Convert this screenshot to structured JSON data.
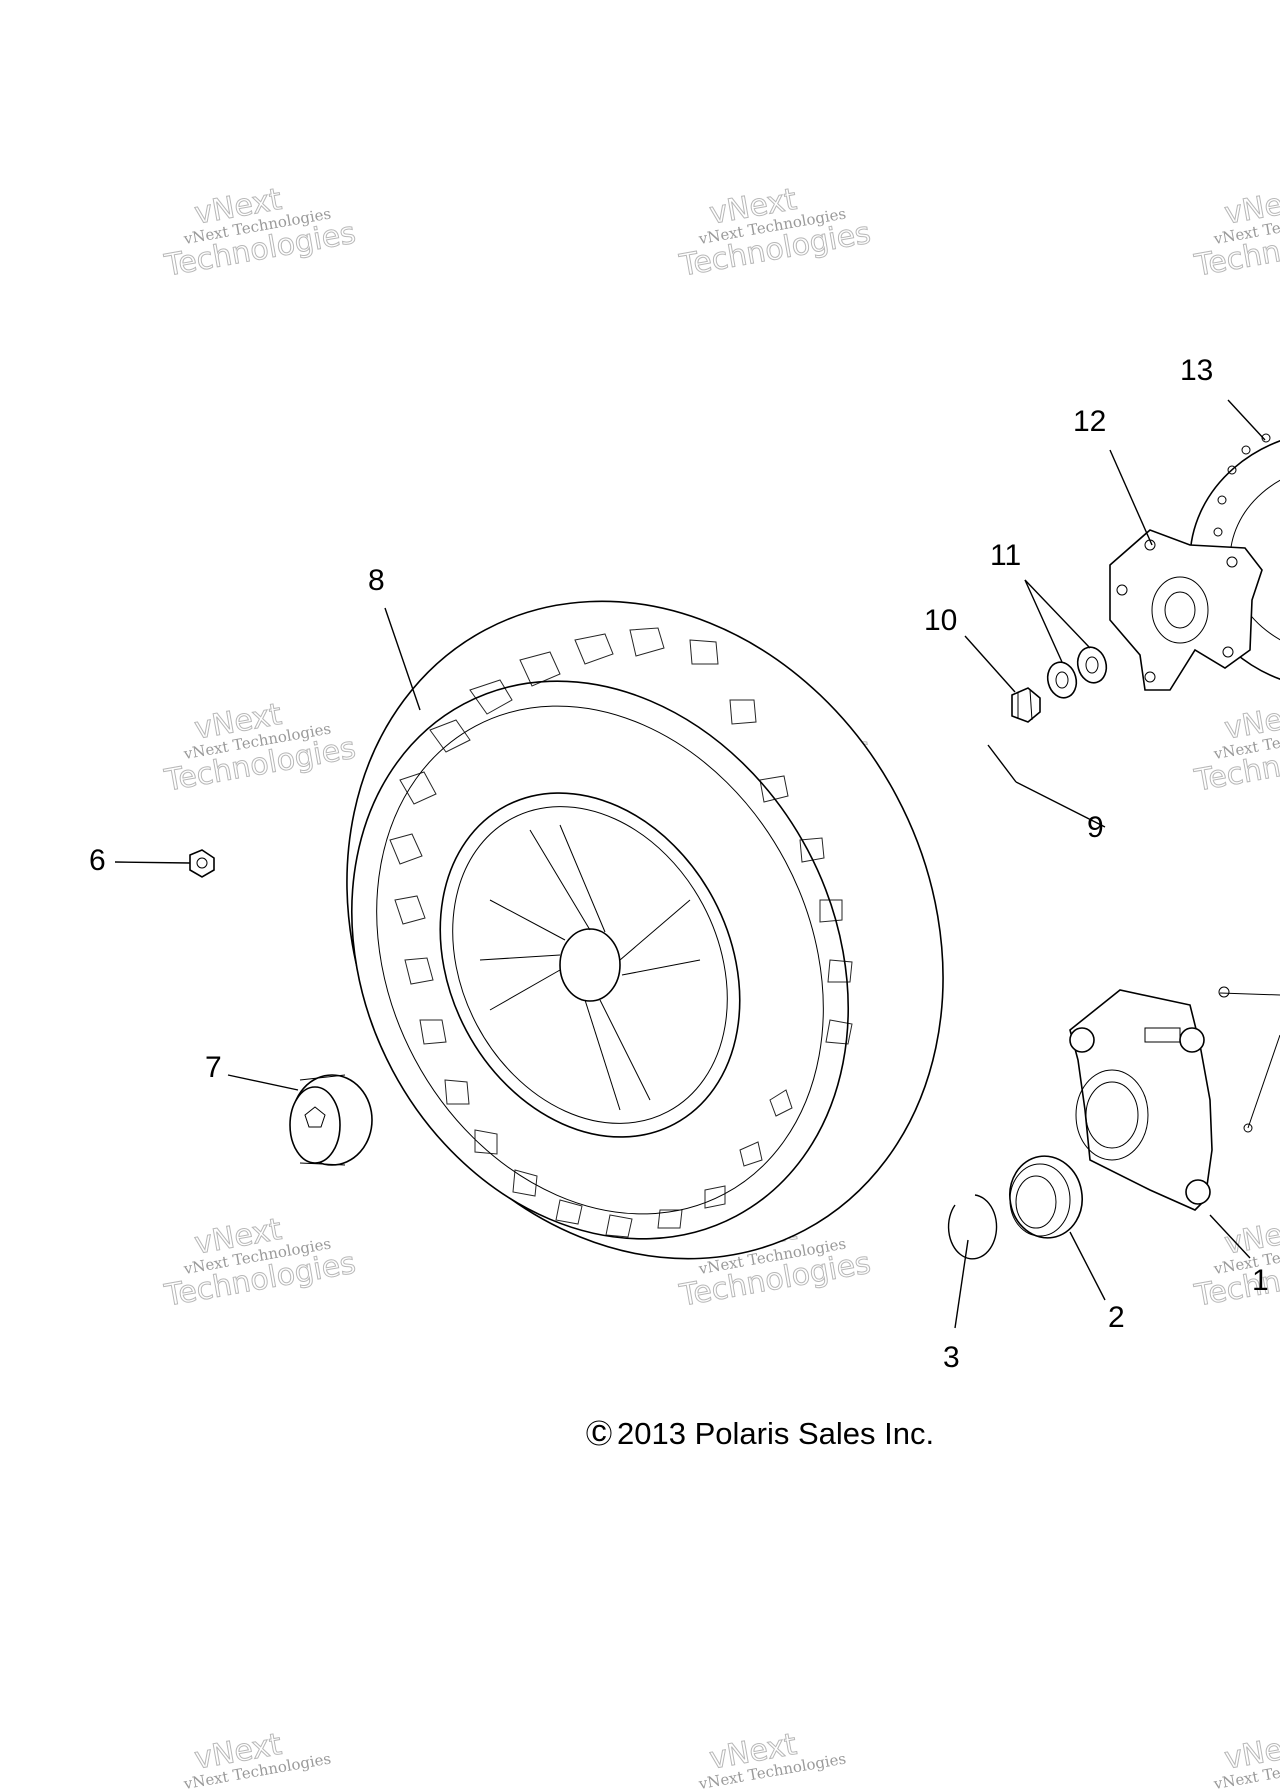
{
  "callouts": [
    {
      "id": "1",
      "label": "1"
    },
    {
      "id": "2",
      "label": "2"
    },
    {
      "id": "3",
      "label": "3"
    },
    {
      "id": "6",
      "label": "6"
    },
    {
      "id": "7",
      "label": "7"
    },
    {
      "id": "8",
      "label": "8"
    },
    {
      "id": "9",
      "label": "9"
    },
    {
      "id": "10",
      "label": "10"
    },
    {
      "id": "11",
      "label": "11"
    },
    {
      "id": "12",
      "label": "12"
    },
    {
      "id": "13",
      "label": "13"
    }
  ],
  "copyright": {
    "symbol": "c",
    "text": "2013  Polaris Sales Inc."
  },
  "watermark": {
    "small": "vNext Technologies",
    "big_1": "vNext",
    "big_2": "Technologies"
  }
}
